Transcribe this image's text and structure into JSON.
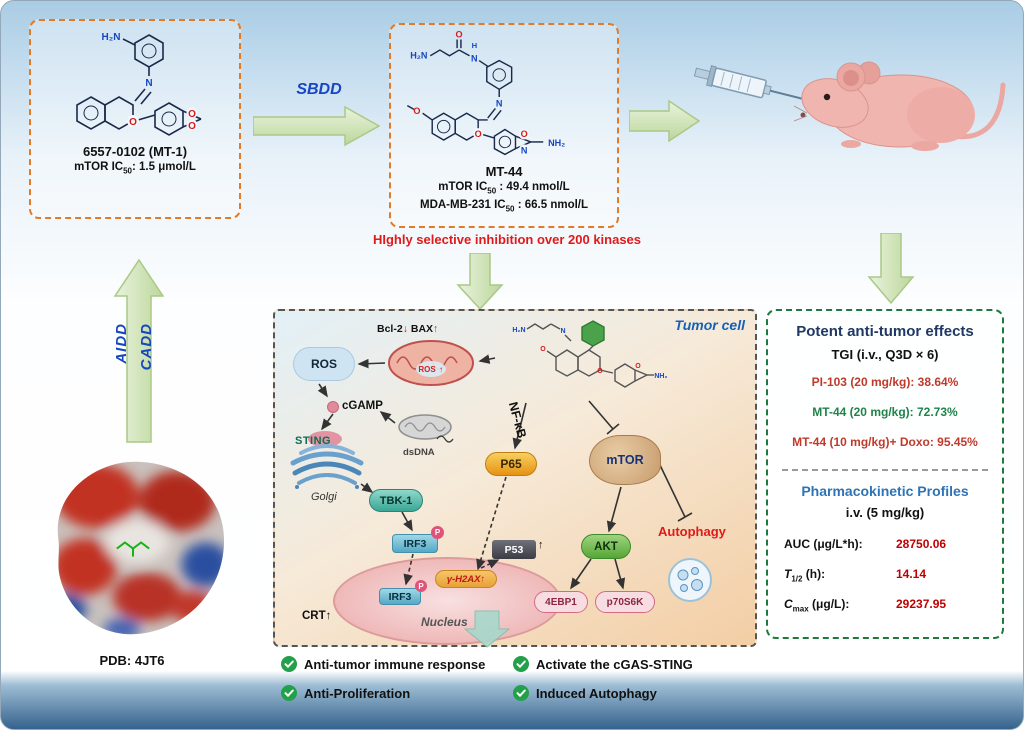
{
  "colors": {
    "accent_red": "#e01a1a",
    "result_red": "#c0392b",
    "result_green": "#1e8449",
    "accent_blue": "#1746c2",
    "navy_title": "#1f3864",
    "pk_blue": "#2e74b5",
    "orange_border": "#e07b2a",
    "green_border": "#1e7a3c"
  },
  "compound1": {
    "name": "6557-0102 (MT-1)",
    "potency": {
      "prefix": "mTOR IC",
      "sub": "50",
      "suffix": ": 1.5 μmol/L"
    }
  },
  "sbdd_label": "SBDD",
  "compound2": {
    "name": "MT-44",
    "mtor": {
      "prefix": "mTOR IC",
      "sub": "50",
      "suffix": " : 49.4 nmol/L"
    },
    "mda": {
      "prefix": "MDA-MB-231 IC",
      "sub": "50",
      "suffix": " : 66.5 nmol/L"
    },
    "selectivity_note": "HIghly selective inhibition over 200 kinases"
  },
  "left_panel": {
    "aidd_label": "AIDD",
    "cadd_label": "CADD",
    "pdb_label": "PDB: 4JT6"
  },
  "atoms": {
    "h2n": "H₂N",
    "n": "N",
    "h": "H",
    "o": "O",
    "nh2": "NH₂"
  },
  "tumor_cell": {
    "title": "Tumor cell",
    "ros": "ROS",
    "bcl2": "Bcl-2",
    "bax": "BAX",
    "up_arrow": "↑",
    "down_arrow": "↓",
    "mito_ros": "ROS",
    "cgamp": "cGAMP",
    "dsdna": "dsDNA",
    "sting": "STING",
    "golgi": "Golgi",
    "tbk1": "TBK-1",
    "nfkb": "NF-κB",
    "p65": "P65",
    "mtor": "mTOR",
    "irf3": "IRF3",
    "p_badge": "P",
    "p53": "P53",
    "akt": "AKT",
    "autophagy": "Autophagy",
    "gh2ax": "γ-H2AX",
    "nucleus": "Nucleus",
    "crt": "CRT",
    "e4ebp1": "4EBP1",
    "p70s6k": "p70S6K"
  },
  "outcomes": [
    {
      "label": "Anti-tumor immune response"
    },
    {
      "label": "Anti-Proliferation"
    },
    {
      "label": "Activate the cGAS-STING"
    },
    {
      "label": "Induced Autophagy"
    }
  ],
  "results_panel": {
    "title": "Potent anti-tumor effects",
    "tgi_line": "TGI (i.v., Q3D × 6)",
    "rows": [
      {
        "text": "PI-103 (20 mg/kg): 38.64%"
      },
      {
        "text": "MT-44 (20 mg/kg): 72.73%"
      },
      {
        "text": "MT-44 (10 mg/kg)+ Doxo: 95.45%"
      }
    ],
    "pk_title": "Pharmacokinetic Profiles",
    "pk_dose": "i.v. (5 mg/kg)",
    "pk_rows": [
      {
        "prefix": "AUC (μg/L*h):",
        "sub": "",
        "suffix": "",
        "value": "28750.06"
      },
      {
        "prefix": "T",
        "sub": "1/2",
        "suffix": " (h):",
        "value": "14.14"
      },
      {
        "prefix": "C",
        "sub": "max",
        "suffix": " (μg/L):",
        "value": "29237.95"
      }
    ]
  }
}
